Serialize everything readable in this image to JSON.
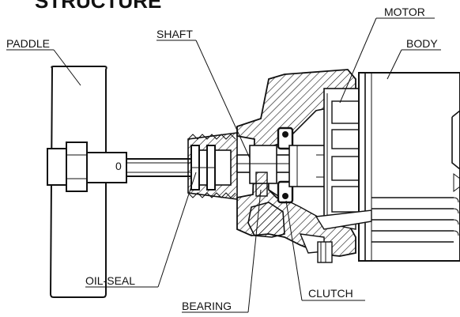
{
  "title": "STRUCTURE",
  "labels": {
    "paddle": "PADDLE",
    "shaft": "SHAFT",
    "motor": "MOTOR",
    "body": "BODY",
    "oil_seal": "OIL-SEAL",
    "bearing": "BEARING",
    "clutch": "CLUTCH",
    "paddle_mark": "0"
  },
  "colors": {
    "line": "#111111",
    "background": "#ffffff"
  }
}
